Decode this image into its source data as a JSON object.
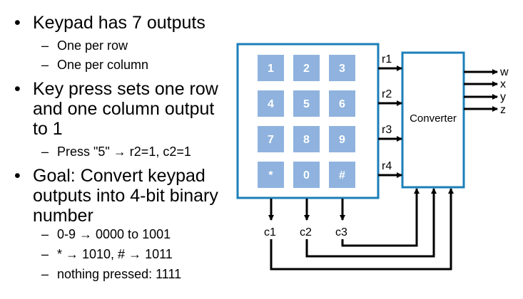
{
  "bullets": [
    {
      "text": "Keypad has 7 outputs",
      "subs": [
        "One per row",
        "One per column"
      ]
    },
    {
      "lines": [
        "Key press sets one row",
        "and one column output",
        "to 1"
      ],
      "subs": [
        "Press \"5\" → r2=1, c2=1"
      ]
    },
    {
      "lines": [
        "Goal: Convert keypad",
        "outputs into 4-bit binary",
        "number"
      ],
      "subs": [
        "0-9 → 0000 to 1001",
        "* → 1010, # → 1011",
        "nothing pressed: 1111"
      ]
    }
  ],
  "symbols": {
    "bullet": "•",
    "dash": "–"
  },
  "keypad": {
    "keys": [
      [
        "1",
        "2",
        "3"
      ],
      [
        "4",
        "5",
        "6"
      ],
      [
        "7",
        "8",
        "9"
      ],
      [
        "*",
        "0",
        "#"
      ]
    ],
    "rows": [
      "r1",
      "r2",
      "r3",
      "r4"
    ],
    "cols": [
      "c1",
      "c2",
      "c3"
    ]
  },
  "converter": {
    "label": "Converter",
    "outputs": [
      "w",
      "x",
      "y",
      "z"
    ]
  },
  "colors": {
    "border": "#1b7fb8",
    "key": "#8fb3de",
    "key_text": "#ffffff",
    "wire": "#000000"
  }
}
